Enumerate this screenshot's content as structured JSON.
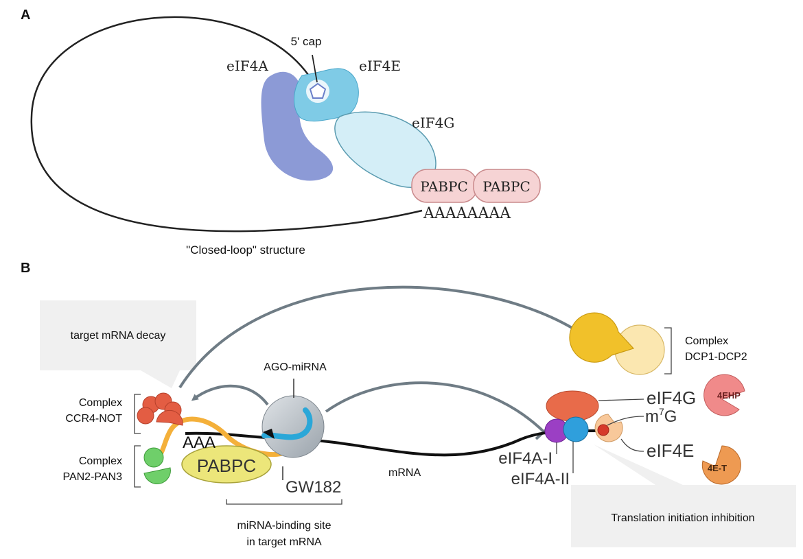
{
  "panel_a": {
    "letter": "A",
    "cap_label": "5' cap",
    "eif4a": "eIF4A",
    "eif4e": "eIF4E",
    "eif4g": "eIF4G",
    "pabpc_1": "PABPC",
    "pabpc_2": "PABPC",
    "polya": "AAAAAAAA",
    "caption": "\"Closed-loop\" structure"
  },
  "panel_b": {
    "letter": "B",
    "decay_callout": "target mRNA decay",
    "inhibition_callout": "Translation initiation inhibition",
    "ago_label": "AGO-miRNA",
    "ccr4_line1": "Complex",
    "ccr4_line2": "CCR4-NOT",
    "pan_line1": "Complex",
    "pan_line2": "PAN2-PAN3",
    "aaa": "AAA",
    "pabpc": "PABPC",
    "gw182": "GW182",
    "mrna": "mRNA",
    "binding_line1": "miRNA-binding site",
    "binding_line2": "in target mRNA",
    "dcp_line1": "Complex",
    "dcp_line2": "DCP1-DCP2",
    "eif4g": "eIF4G",
    "m7g_base": "m",
    "m7g_sup": "7",
    "m7g_end": "G",
    "eif4e": "eIF4E",
    "eif4a1": "eIF4A-I",
    "eif4a2": "eIF4A-II",
    "four_ehp": "4EHP",
    "four_et": "4E-T"
  },
  "colors": {
    "eif4a": "#8c9ad6",
    "eif4e": "#7fcbe6",
    "eif4g": "#d4eef7",
    "pabpc_a": "#f6d3d4",
    "arrow": "#6f7c85",
    "orange_rna": "#f4b03a",
    "ccr4": "#e35d43",
    "pan": "#6fcf6a",
    "pabpc_b": "#ece67a",
    "ago": "#b9c0c7",
    "mirna": "#2aa7d8",
    "dcp": "#f1c12a",
    "eif4g_b": "#e86b4a",
    "eif4e_b": "#f8c89a",
    "eif4a1_b": "#9b3fc4",
    "eif4a2_b": "#2f9fdc",
    "m7g": "#d63a2a",
    "four_ehp": "#f08a8a",
    "four_et": "#ee9a52",
    "callout": "#f0f0f0"
  }
}
